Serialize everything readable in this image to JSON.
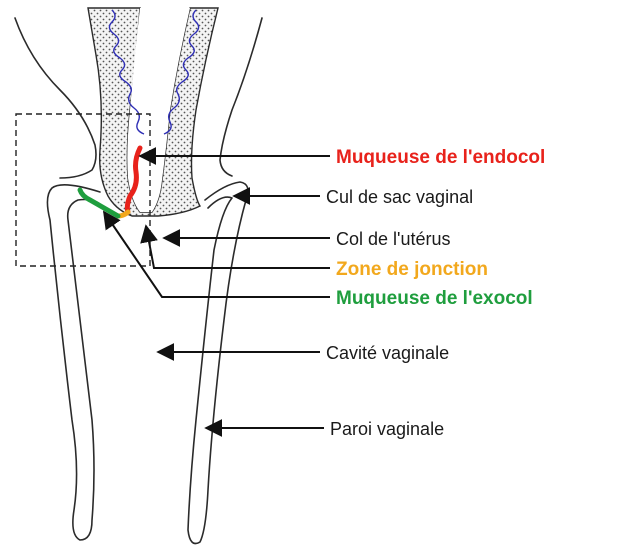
{
  "colors": {
    "endocol": "#e8221b",
    "jonction": "#f2a81d",
    "exocol": "#1f9e3e",
    "glands": "#2f2fb5",
    "text": "#1a1a1a"
  },
  "labels": {
    "endocol": "Muqueuse de l'endocol",
    "cul_de_sac": "Cul de sac vaginal",
    "col": "Col de l'utérus",
    "jonction": "Zone de jonction",
    "exocol": "Muqueuse de l'exocol",
    "cavite": "Cavité vaginale",
    "paroi": "Paroi vaginale"
  }
}
